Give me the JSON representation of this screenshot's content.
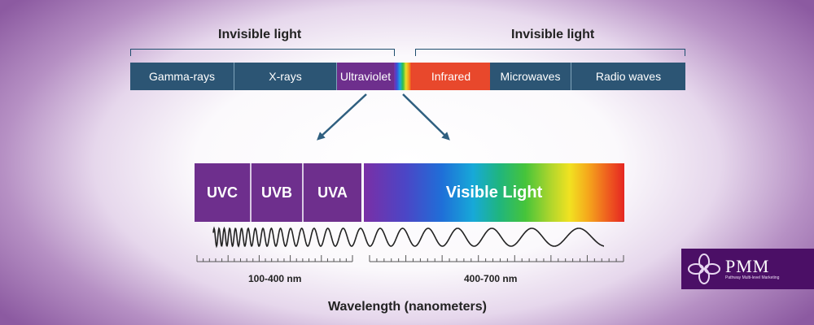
{
  "top_band": {
    "left_title": "Invisible light",
    "right_title": "Invisible light",
    "left_segments": [
      "Gamma-rays",
      "X-rays",
      "Ultraviolet"
    ],
    "right_segments": [
      "Infrared",
      "Microwaves",
      "Radio waves"
    ]
  },
  "detail": {
    "uv_segments": [
      "UVC",
      "UVB",
      "UVA"
    ],
    "visible_label": "Visible Light"
  },
  "scale": {
    "uv_range": "100-400 nm",
    "visible_range": "400-700 nm",
    "axis_title": "Wavelength (nanometers)"
  },
  "logo": {
    "text": "PMM",
    "tagline": "Pathway Multi-level Marketing"
  },
  "colors": {
    "band_blue": "#2c5574",
    "uv_purple": "#6e2f8d",
    "infrared": "#e8482c",
    "arrow": "#2f5f80"
  }
}
